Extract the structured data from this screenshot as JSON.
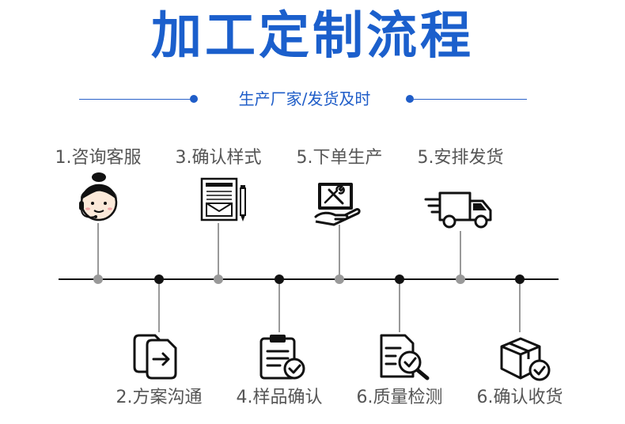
{
  "title": "加工定制流程",
  "subtitle": "生产厂家/发货及时",
  "colors": {
    "accent": "#1f5dc8",
    "line": "#111111",
    "top_dot": "#999999",
    "bottom_dot": "#111111",
    "label": "#555555"
  },
  "steps_top": [
    {
      "label": "1.咨询客服",
      "icon": "customer-service-icon"
    },
    {
      "label": "3.确认样式",
      "icon": "design-sheet-icon"
    },
    {
      "label": "5.下单生产",
      "icon": "production-tools-icon"
    },
    {
      "label": "5.安排发货",
      "icon": "delivery-truck-icon"
    }
  ],
  "steps_bottom": [
    {
      "label": "2.方案沟通",
      "icon": "document-transfer-icon"
    },
    {
      "label": "4.样品确认",
      "icon": "clipboard-check-icon"
    },
    {
      "label": "6.质量检测",
      "icon": "document-search-icon"
    },
    {
      "label": "6.确认收货",
      "icon": "package-check-icon"
    }
  ]
}
